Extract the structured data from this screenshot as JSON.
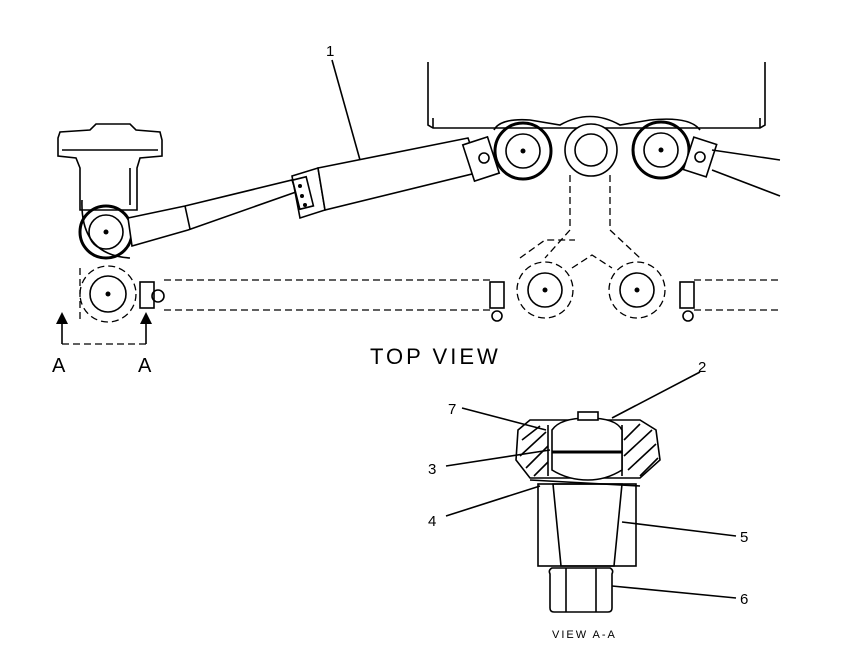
{
  "views": {
    "top_view_title": "TOP VIEW",
    "section_view_title": "VIEW A-A",
    "section_marker_left": "A",
    "section_marker_right": "A"
  },
  "callouts": [
    "1",
    "2",
    "7",
    "3",
    "4",
    "5",
    "6"
  ]
}
